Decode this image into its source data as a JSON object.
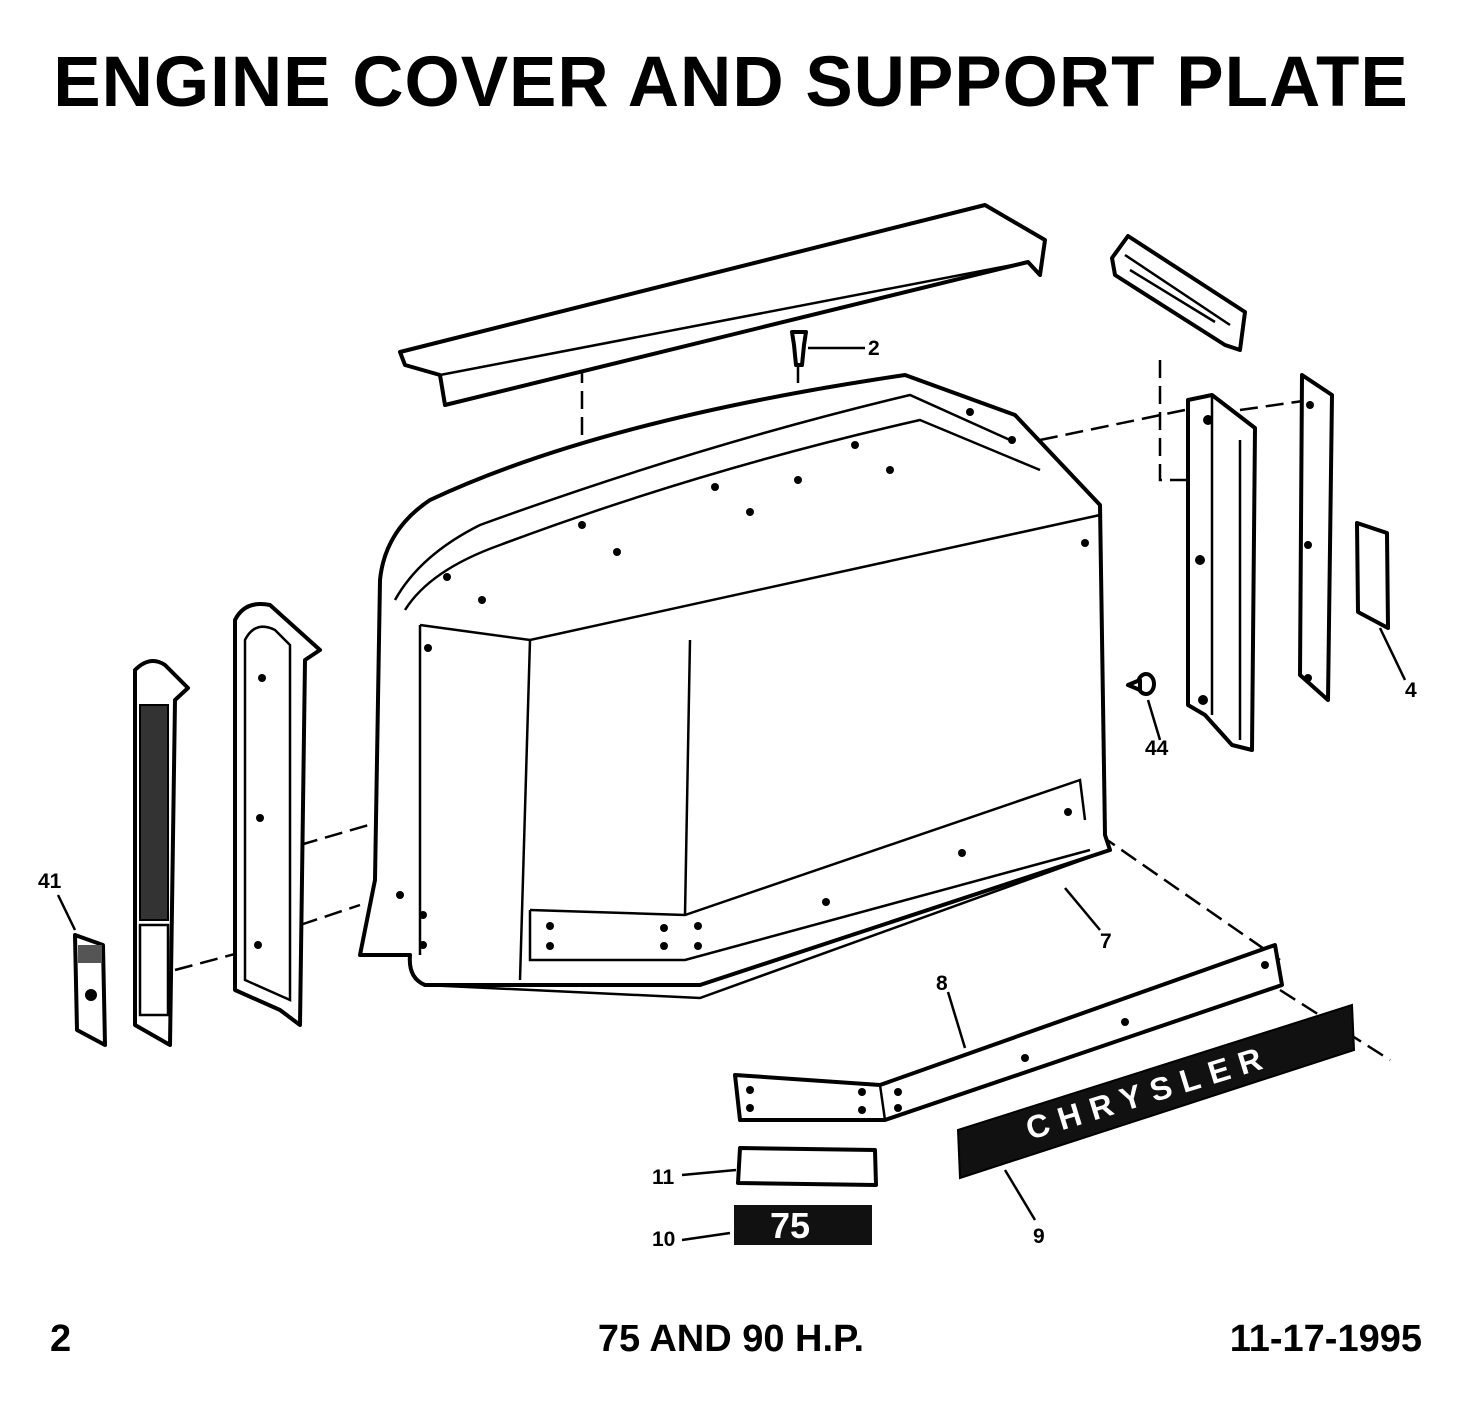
{
  "title": "ENGINE COVER AND SUPPORT PLATE",
  "footer": {
    "page_number": "2",
    "model": "75 AND 90 H.P.",
    "date": "11-17-1995"
  },
  "callouts": {
    "c2": "2",
    "c4": "4",
    "c7": "7",
    "c8": "8",
    "c9": "9",
    "c10": "10",
    "c11": "11",
    "c41": "41",
    "c44": "44"
  },
  "decals": {
    "brand": "CHRYSLER",
    "horsepower": "75"
  }
}
